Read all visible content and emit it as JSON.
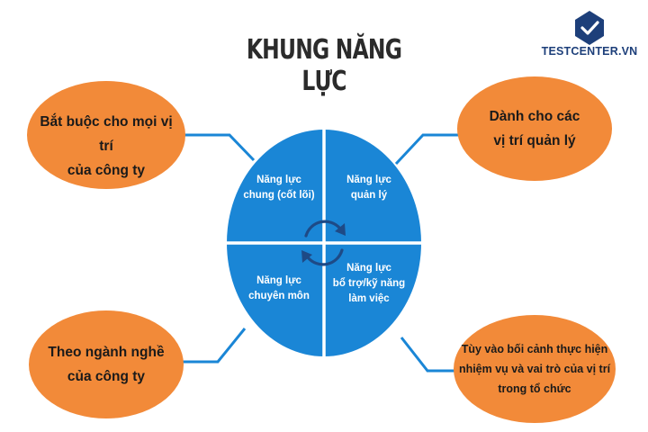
{
  "title": "KHUNG NĂNG LỰC",
  "brand": {
    "name": "TESTCENTER.VN",
    "logo_icon": "check-shield-icon",
    "logo_color": "#1d3f7a"
  },
  "colors": {
    "blue": "#1a86d6",
    "orange": "#f28a39",
    "connector": "#1a86d6",
    "arrow": "#1e4a86"
  },
  "center": {
    "segments": [
      {
        "id": "core",
        "lines": [
          "Năng lực",
          "chung (cốt lõi)"
        ]
      },
      {
        "id": "management",
        "lines": [
          "Năng lực",
          "quản lý"
        ]
      },
      {
        "id": "professional",
        "lines": [
          "Năng lực",
          "chuyên môn"
        ]
      },
      {
        "id": "supporting",
        "lines": [
          "Năng lực",
          "bổ trợ/kỹ năng",
          "làm việc"
        ]
      }
    ]
  },
  "ovals": [
    {
      "id": "top-left",
      "lines": [
        "Bắt buộc cho mọi vị trí",
        "của công ty"
      ]
    },
    {
      "id": "top-right",
      "lines": [
        "Dành cho các",
        "vị trí quản lý"
      ]
    },
    {
      "id": "bottom-left",
      "lines": [
        "Theo ngành nghề",
        "của công ty"
      ]
    },
    {
      "id": "bottom-right",
      "lines": [
        "Tùy vào bối cảnh thực hiện",
        "nhiệm vụ và vai trò của vị trí",
        "trong tổ chức"
      ]
    }
  ]
}
